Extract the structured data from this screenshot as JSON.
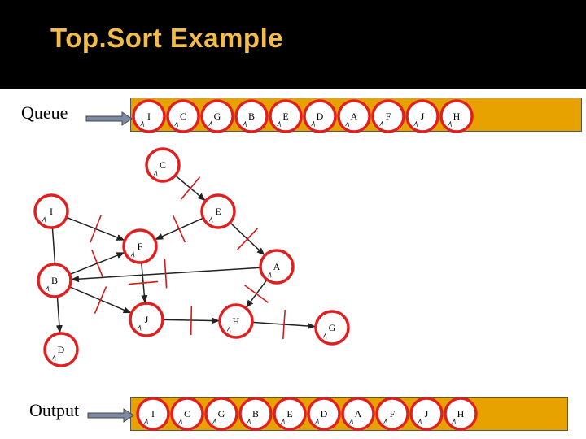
{
  "title": "Top.Sort Example",
  "queue": {
    "label": "Queue",
    "items": [
      "I",
      "C",
      "G",
      "B",
      "E",
      "D",
      "A",
      "F",
      "J",
      "H"
    ]
  },
  "output": {
    "label": "Output",
    "items": [
      "I",
      "C",
      "G",
      "B",
      "E",
      "D",
      "A",
      "F",
      "J",
      "H"
    ]
  },
  "graph": {
    "nodes": [
      {
        "id": "C",
        "label": "C"
      },
      {
        "id": "I",
        "label": "I"
      },
      {
        "id": "E",
        "label": "E"
      },
      {
        "id": "F",
        "label": "F"
      },
      {
        "id": "A",
        "label": "A"
      },
      {
        "id": "B",
        "label": "B"
      },
      {
        "id": "J",
        "label": "J"
      },
      {
        "id": "H",
        "label": "H"
      },
      {
        "id": "G",
        "label": "G"
      },
      {
        "id": "D",
        "label": "D"
      }
    ],
    "edges": [
      {
        "from": "C",
        "to": "E"
      },
      {
        "from": "I",
        "to": "F"
      },
      {
        "from": "E",
        "to": "F"
      },
      {
        "from": "E",
        "to": "A"
      },
      {
        "from": "I",
        "to": "D"
      },
      {
        "from": "B",
        "to": "F"
      },
      {
        "from": "B",
        "to": "J"
      },
      {
        "from": "F",
        "to": "J"
      },
      {
        "from": "A",
        "to": "B"
      },
      {
        "from": "A",
        "to": "H"
      },
      {
        "from": "J",
        "to": "H"
      },
      {
        "from": "H",
        "to": "G"
      }
    ]
  },
  "colors": {
    "title_bar": "#000000",
    "title_text": "#f2bb4a",
    "strip": "#e8a200",
    "circle_ring": "#e02020",
    "edge": "#222222",
    "cross_mark": "#d81818",
    "arrow_fill": "#7c8aa3"
  }
}
